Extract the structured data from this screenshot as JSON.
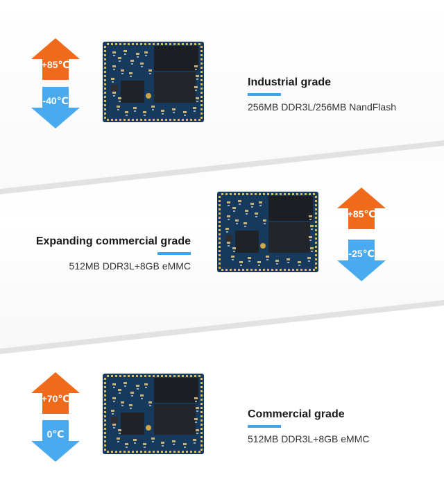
{
  "colors": {
    "hot_arrow": "#ef6a1a",
    "cold_arrow": "#49aaf0",
    "accent_line": "#3aa6ee",
    "pcb": "#173a5c"
  },
  "sections": [
    {
      "hot_temp": "+85℃",
      "cold_temp": "-40℃",
      "grade_title": "Industrial grade",
      "spec": "256MB DDR3L/256MB NandFlash"
    },
    {
      "hot_temp": "+85℃",
      "cold_temp": "-25℃",
      "grade_title": "Expanding commercial grade",
      "spec": "512MB DDR3L+8GB eMMC"
    },
    {
      "hot_temp": "+70℃",
      "cold_temp": "0℃",
      "grade_title": "Commercial grade",
      "spec": "512MB DDR3L+8GB eMMC"
    }
  ]
}
